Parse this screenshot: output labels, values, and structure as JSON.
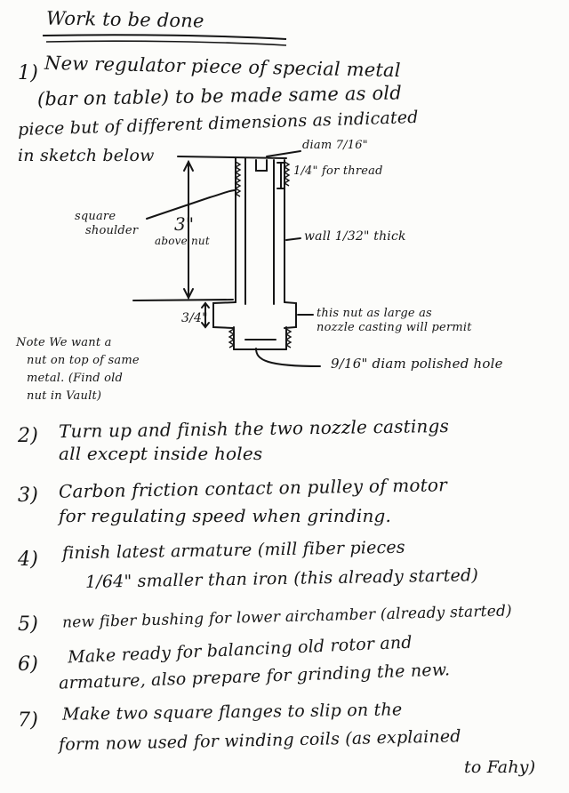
{
  "title": "Work to be done",
  "items": [
    {
      "number": "1)",
      "lines": [
        "New regulator piece of special metal",
        "(bar on table) to be made same as old",
        "piece but of different dimensions as indicated",
        "in sketch below"
      ]
    },
    {
      "number": "2)",
      "lines": [
        "Turn up and finish the two nozzle castings",
        "all except inside holes"
      ]
    },
    {
      "number": "3)",
      "lines": [
        "Carbon friction contact on pulley of motor",
        "for regulating speed when grinding."
      ]
    },
    {
      "number": "4)",
      "lines": [
        "finish latest armature (mill fiber pieces",
        "1/64\" smaller than iron (this already started)"
      ]
    },
    {
      "number": "5)",
      "lines": [
        "new fiber bushing for lower airchamber (already started)"
      ]
    },
    {
      "number": "6)",
      "lines": [
        "Make ready for balancing old rotor and",
        "armature, also prepare for grinding the new."
      ]
    },
    {
      "number": "7)",
      "lines": [
        "Make two square flanges to slip on the",
        "form now used for winding coils (as explained",
        "to Fahy)"
      ]
    }
  ],
  "sketch": {
    "diam_label": "diam 7/16\"",
    "thread_label": "1/4\" for thread",
    "square_label_1": "square",
    "square_label_2": "shoulder",
    "height_label": "3\"",
    "height_sub": "above nut",
    "wall_label": "wall 1/32\" thick",
    "nut_dim": "3/4\"",
    "nut_note_1": "this nut as large as",
    "nut_note_2": "nozzle casting will permit",
    "hole_label": "9/16\" diam polished hole"
  },
  "note": {
    "lines": [
      "Note We want a",
      "nut on top of same",
      "metal. (Find old",
      "nut in Vault)"
    ]
  }
}
